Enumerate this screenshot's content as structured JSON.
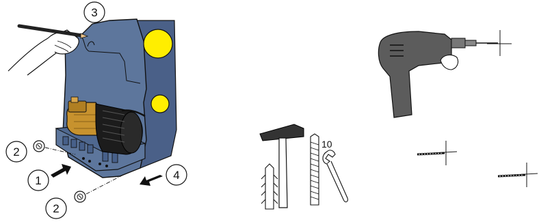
{
  "callouts": {
    "step1": "1",
    "step2_upper": "2",
    "step2_lower": "2",
    "step3": "3",
    "step4": "4"
  },
  "tools": {
    "wrench_size": "10"
  },
  "colors": {
    "housing": "#5d769c",
    "housing_dark": "#4a6088",
    "marker_yellow": "#ffee00",
    "pump_brass": "#c7922e",
    "motor_black": "#1c1c1c",
    "drill_grey": "#5c5c5c",
    "outline": "#111111"
  },
  "icons": [
    "pencil-icon",
    "hand-icon",
    "drill-icon",
    "hammer-icon",
    "wall-plug-icon",
    "threaded-rod-icon",
    "wrench-icon",
    "screw-icon",
    "arrow-icon"
  ]
}
